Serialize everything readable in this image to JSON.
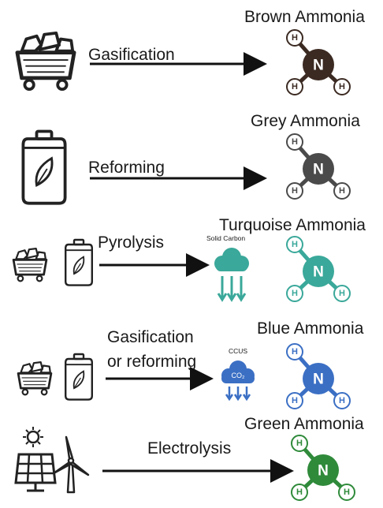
{
  "rows": [
    {
      "process": [
        "Gasification"
      ],
      "product": "Brown Ammonia",
      "molecule_color": "#3b2a22",
      "bond_color": "#3b2a22",
      "h_color": "#3b2a22",
      "icons": [
        "coal-cart-icon"
      ]
    },
    {
      "process": [
        "Reforming"
      ],
      "product": "Grey Ammonia",
      "molecule_color": "#4a4a4a",
      "bond_color": "#4a4a4a",
      "h_color": "#4a4a4a",
      "icons": [
        "gas-cylinder-icon"
      ]
    },
    {
      "process": [
        "Pyrolysis"
      ],
      "product": "Turquoise Ammonia",
      "molecule_color": "#3aa89a",
      "bond_color": "#3aa89a",
      "h_color": "#3aa89a",
      "icons": [
        "coal-cart-icon",
        "gas-cylinder-icon"
      ],
      "byproduct": {
        "label": "Solid Carbon",
        "icon": "carbon-cloud-icon",
        "color": "#3aa89a"
      }
    },
    {
      "process": [
        "Gasification",
        "or reforming"
      ],
      "product": "Blue Ammonia",
      "molecule_color": "#3b6fc4",
      "bond_color": "#3b6fc4",
      "h_color": "#3b6fc4",
      "icons": [
        "coal-cart-icon",
        "gas-cylinder-icon"
      ],
      "byproduct": {
        "label": "CCUS",
        "icon": "co2-cloud-icon",
        "cloud_text": "CO₂",
        "color": "#3b6fc4"
      }
    },
    {
      "process": [
        "Electrolysis"
      ],
      "product": "Green Ammonia",
      "molecule_color": "#2f8a3a",
      "bond_color": "#2f8a3a",
      "h_color": "#2f8a3a",
      "icons": [
        "solar-panel-icon",
        "wind-turbine-icon"
      ]
    }
  ],
  "atoms": {
    "nitrogen": "N",
    "hydrogen": "H"
  }
}
